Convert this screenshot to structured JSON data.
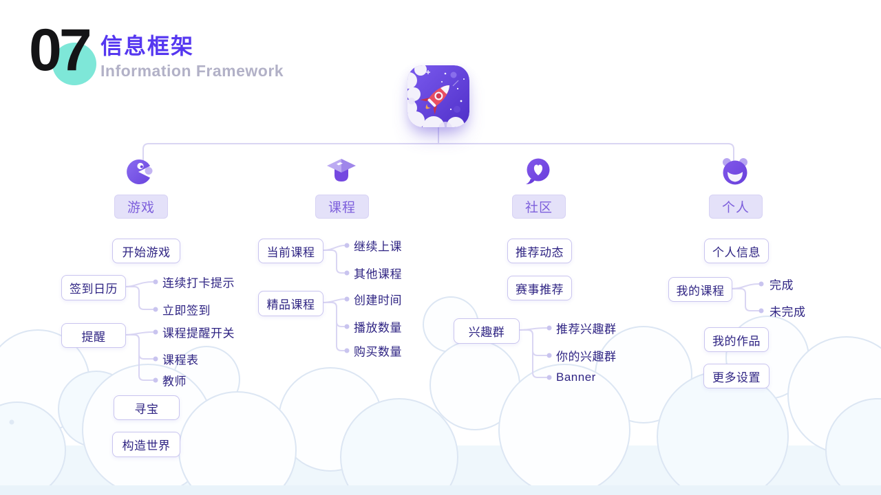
{
  "slide": {
    "number": "07",
    "title": "信息框架",
    "subtitle": "Information Framework"
  },
  "app": {
    "icon": "rocket-app-icon"
  },
  "tree": {
    "branches": [
      {
        "label": "游戏",
        "icon": "pacman-game-icon",
        "nodes": [
          {
            "label": "开始游戏",
            "children": []
          },
          {
            "label": "签到日历",
            "children": [
              "连续打卡提示",
              "立即签到"
            ]
          },
          {
            "label": "提醒",
            "children": [
              "课程提醒开关",
              "课程表",
              "教师"
            ]
          },
          {
            "label": "寻宝",
            "children": []
          },
          {
            "label": "构造世界",
            "children": []
          }
        ]
      },
      {
        "label": "课程",
        "icon": "graduation-cap-icon",
        "nodes": [
          {
            "label": "当前课程",
            "children": [
              "继续上课",
              "其他课程"
            ]
          },
          {
            "label": "精品课程",
            "children": [
              "创建时间",
              "播放数量",
              "购买数量"
            ]
          }
        ]
      },
      {
        "label": "社区",
        "icon": "heart-chat-icon",
        "nodes": [
          {
            "label": "推荐动态",
            "children": []
          },
          {
            "label": "赛事推荐",
            "children": []
          },
          {
            "label": "兴趣群",
            "children": [
              "推荐兴趣群",
              "你的兴趣群",
              "Banner"
            ]
          }
        ]
      },
      {
        "label": "个人",
        "icon": "bear-face-icon",
        "nodes": [
          {
            "label": "个人信息",
            "children": []
          },
          {
            "label": "我的课程",
            "children": [
              "完成",
              "未完成"
            ]
          },
          {
            "label": "我的作品",
            "children": []
          },
          {
            "label": "更多设置",
            "children": []
          }
        ]
      }
    ]
  },
  "colors": {
    "accent_purple": "#5537F0",
    "category_label_purple": "#7D5FDC",
    "node_text": "#2F2483",
    "connector_line": "#D9D5F3",
    "teal_accent": "#7EE7D8",
    "subtitle_gray": "#B2B1C7",
    "cloud_stroke": "#DCE6F3"
  }
}
